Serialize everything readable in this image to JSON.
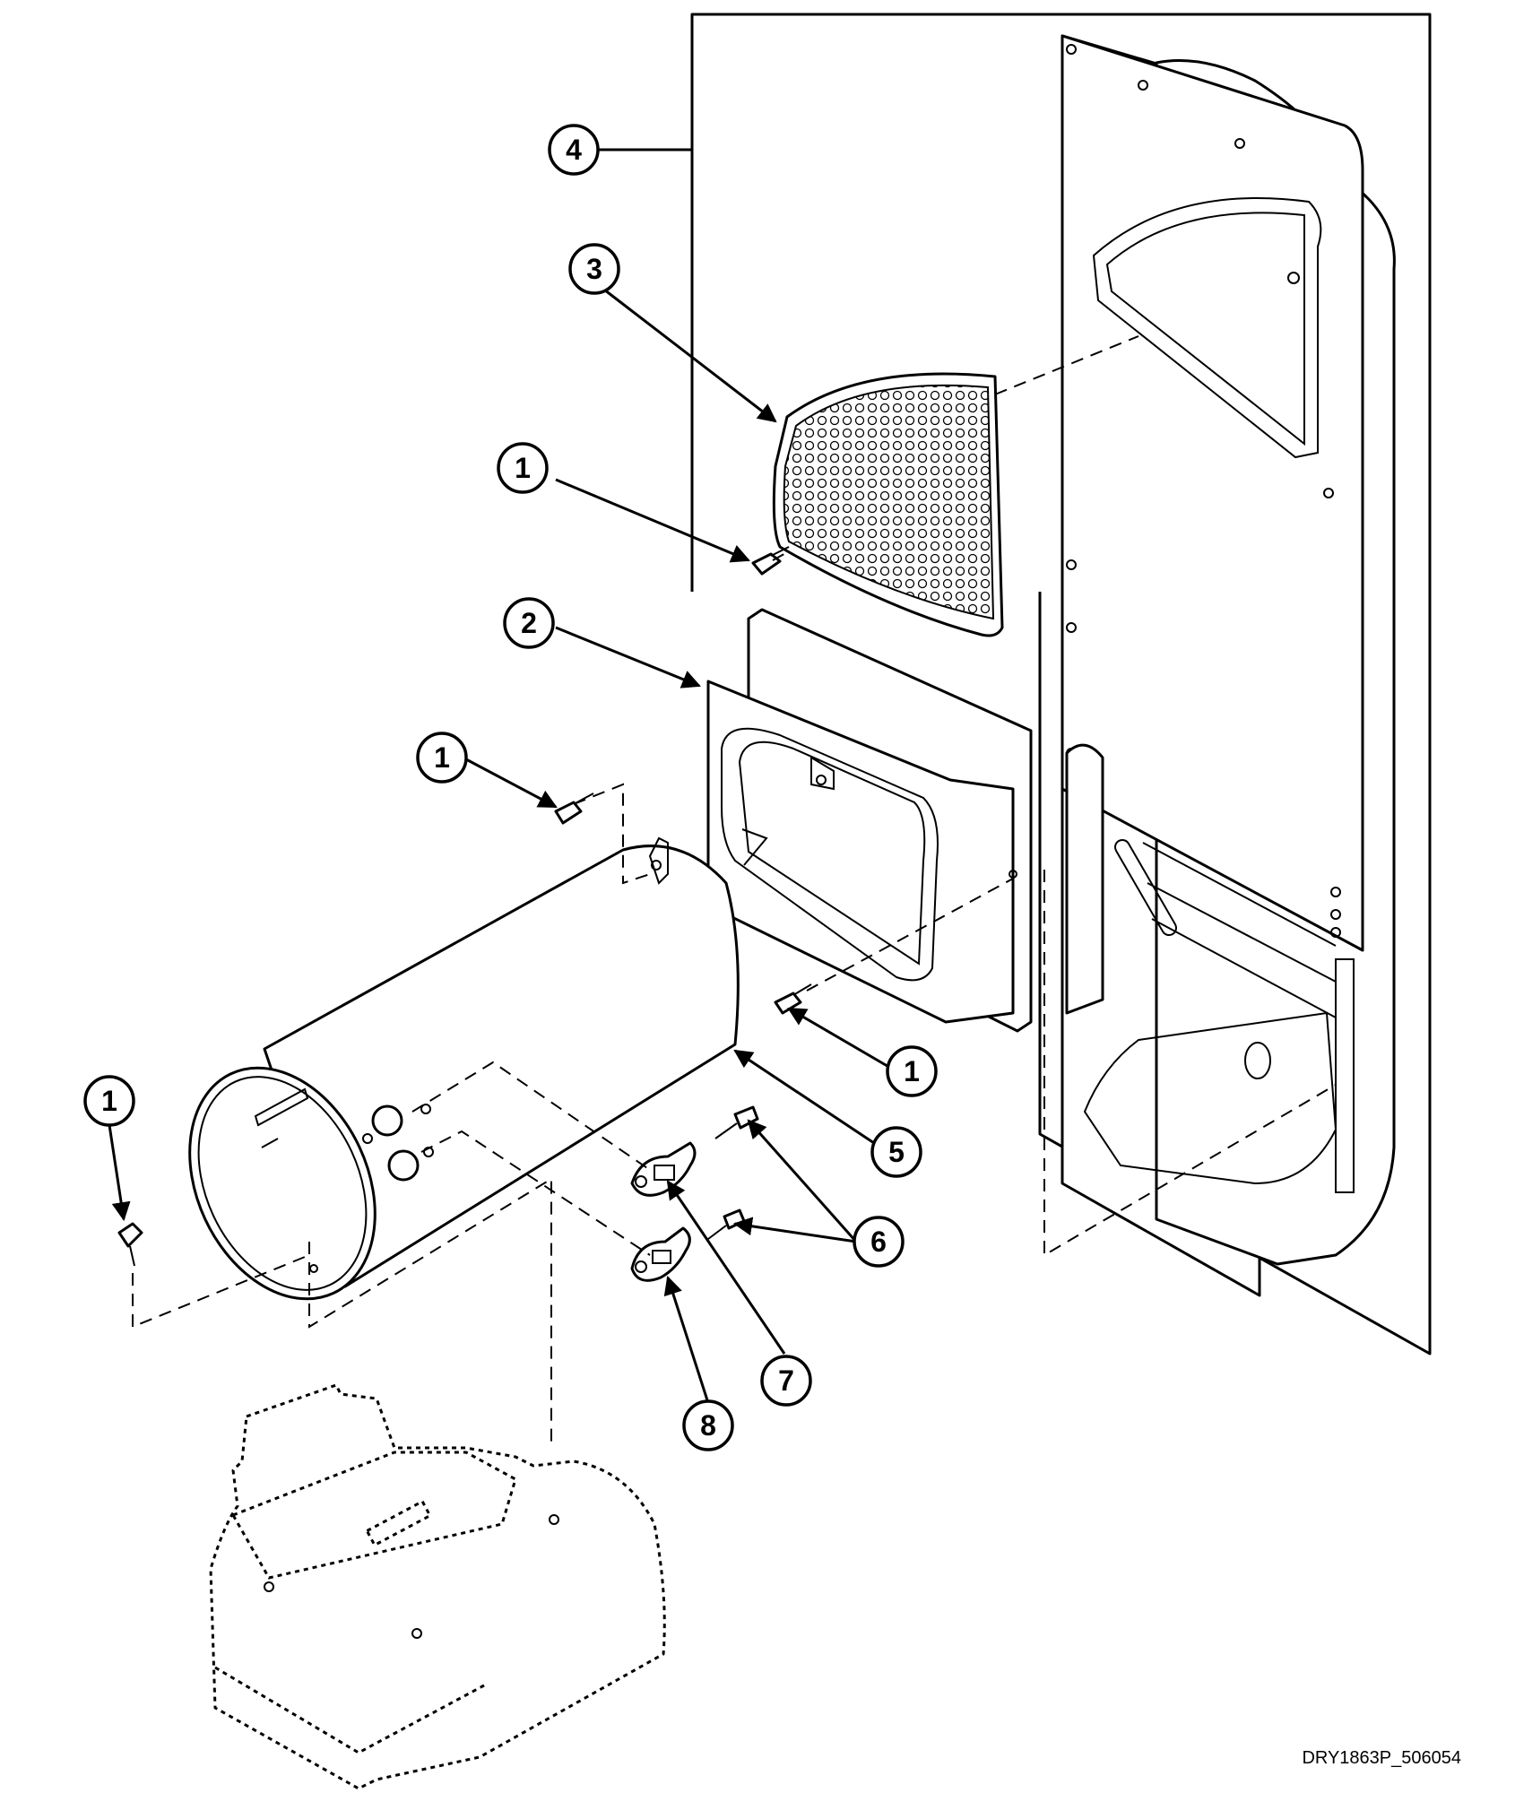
{
  "callouts": [
    {
      "id": "c1a",
      "label": "1"
    },
    {
      "id": "c1b",
      "label": "1"
    },
    {
      "id": "c1c",
      "label": "1"
    },
    {
      "id": "c1d",
      "label": "1"
    },
    {
      "id": "c2",
      "label": "2"
    },
    {
      "id": "c3",
      "label": "3"
    },
    {
      "id": "c4",
      "label": "4"
    },
    {
      "id": "c5",
      "label": "5"
    },
    {
      "id": "c6",
      "label": "6"
    },
    {
      "id": "c7",
      "label": "7"
    },
    {
      "id": "c8",
      "label": "8"
    }
  ],
  "drawing_code": "DRY1863P_506054"
}
